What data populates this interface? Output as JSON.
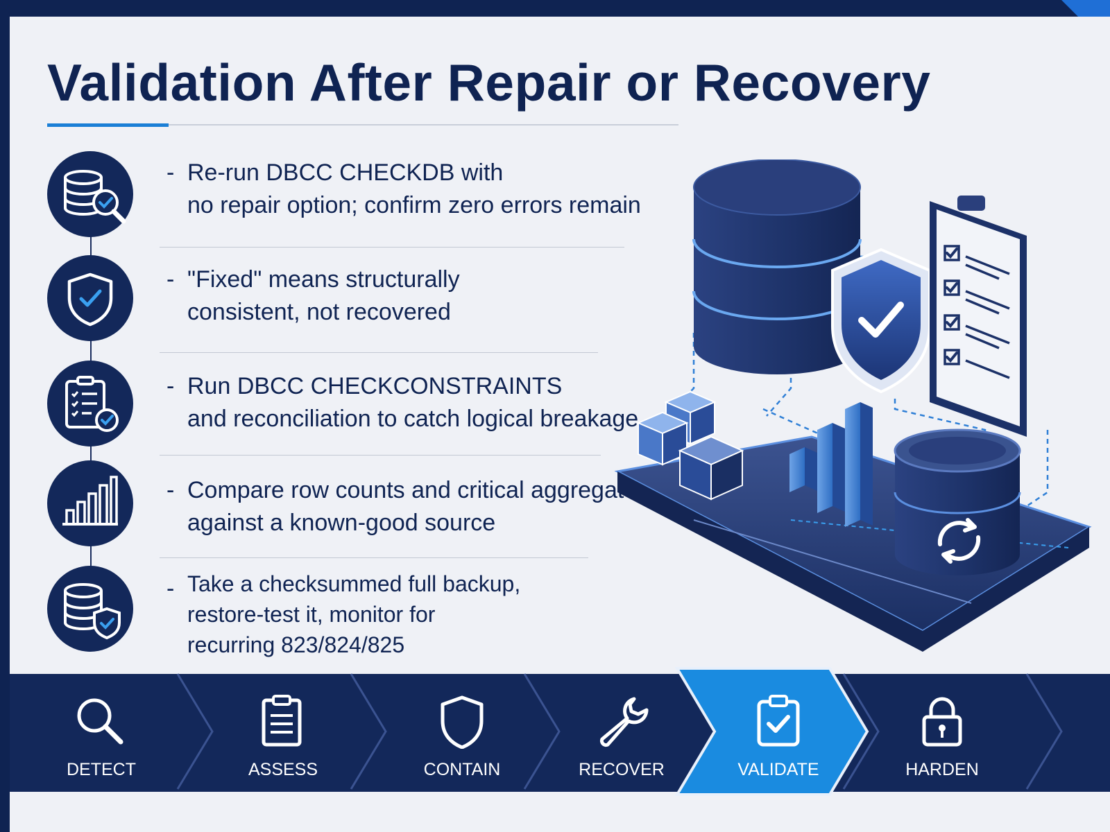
{
  "page": {
    "title": "Validation After Repair or Recovery"
  },
  "checklist": [
    {
      "icon": "database-search-check-icon",
      "bullet": "-",
      "lines": [
        "Re-run DBCC CHECKDB with",
        "no repair option; confirm zero errors remain"
      ]
    },
    {
      "icon": "shield-check-icon",
      "bullet": "-",
      "lines": [
        "\"Fixed\" means structurally",
        "consistent, not recovered"
      ]
    },
    {
      "icon": "clipboard-checklist-icon",
      "bullet": "-",
      "lines": [
        "Run DBCC CHECKCONSTRAINTS",
        "and reconciliation to catch logical breakage"
      ]
    },
    {
      "icon": "bar-chart-icon",
      "bullet": "-",
      "lines": [
        "Compare row counts and critical aggregates",
        "against a known-good source"
      ]
    },
    {
      "icon": "database-shield-icon",
      "bullet": "-",
      "lines": [
        "Take a checksummed full backup,",
        "restore-test it, monitor for",
        "recurring 823/824/825"
      ]
    }
  ],
  "illustration": {
    "elements": [
      "database-stack-icon",
      "shield-check-icon",
      "clipboard-checklist-icon",
      "cubes-icon",
      "bar-chart-icon",
      "database-refresh-icon"
    ]
  },
  "process": {
    "active_index": 4,
    "stages": [
      {
        "label": "DETECT",
        "icon": "magnifier-icon"
      },
      {
        "label": "ASSESS",
        "icon": "clipboard-icon"
      },
      {
        "label": "CONTAIN",
        "icon": "shield-icon"
      },
      {
        "label": "RECOVER",
        "icon": "wrench-icon"
      },
      {
        "label": "VALIDATE",
        "icon": "clipboard-check-icon"
      },
      {
        "label": "HARDEN",
        "icon": "padlock-icon"
      }
    ]
  },
  "colors": {
    "navy": "#13285a",
    "dark_text": "#0f2352",
    "accent_blue": "#1b7fd6",
    "active_stage": "#1a8be0",
    "check_blue": "#3aa0f0",
    "background": "#eff1f6"
  }
}
